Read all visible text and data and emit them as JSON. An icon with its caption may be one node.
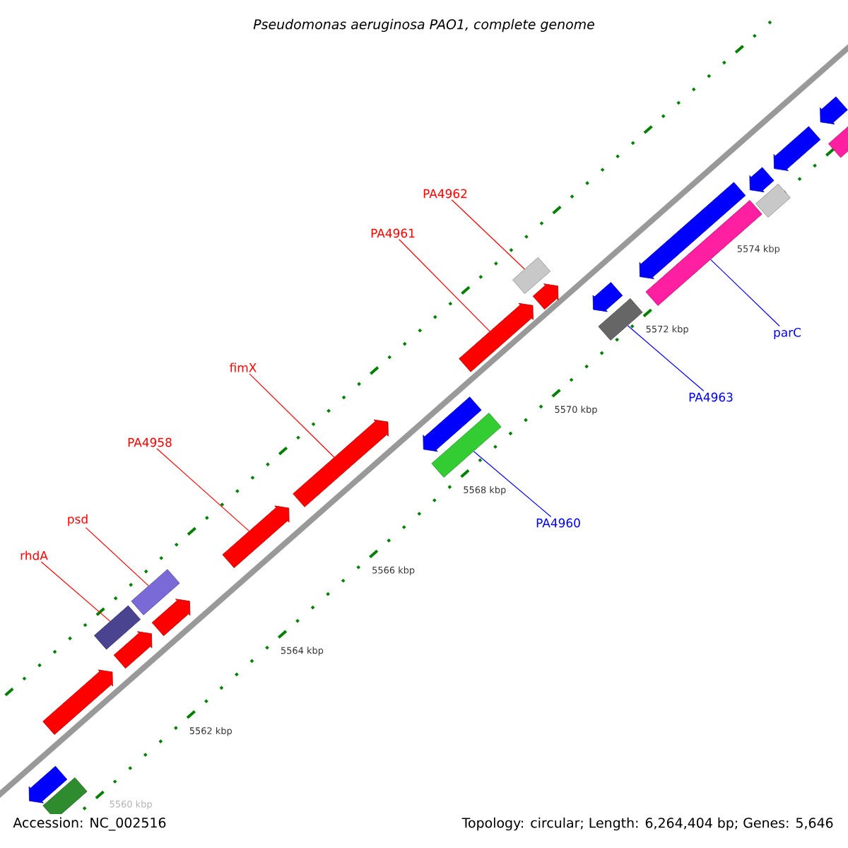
{
  "diagram": {
    "title": "Pseudomonas aeruginosa PAO1, complete genome",
    "nodes": [
      {
        "text": [
          "PA4962"
        ]
      },
      {
        "text": [
          "PA4961"
        ]
      },
      {
        "text": [
          "fimX"
        ]
      },
      {
        "text": [
          "PA4958"
        ]
      },
      {
        "text": [
          "psd"
        ]
      },
      {
        "text": [
          "rhdA"
        ]
      },
      {
        "text": [
          "parC"
        ]
      },
      {
        "text": [
          "PA4963"
        ]
      },
      {
        "text": [
          "PA4960"
        ]
      },
      {
        "text": [],
        "shape": "arrow"
      },
      {
        "text": [],
        "shape": "bar"
      },
      {
        "text": [],
        "shape": "arrow"
      },
      {
        "text": [],
        "shape": "bar"
      },
      {
        "text": [],
        "shape": "arrow"
      },
      {
        "text": [],
        "shape": "bar"
      },
      {
        "text": [],
        "shape": "arrow"
      },
      {
        "text": [],
        "shape": "arrow"
      },
      {
        "text": [],
        "shape": "arrow"
      },
      {
        "text": [],
        "shape": "arrow"
      },
      {
        "text": [],
        "shape": "bar"
      },
      {
        "text": [],
        "shape": "arrow"
      },
      {
        "text": [],
        "shape": "bar"
      },
      {
        "text": [],
        "shape": "arrow"
      },
      {
        "text": [],
        "shape": "arrow"
      },
      {
        "text": [],
        "shape": "bar"
      },
      {
        "text": [],
        "shape": "arrow"
      },
      {
        "text": [],
        "shape": "bar"
      },
      {
        "text": [],
        "shape": "arrow"
      },
      {
        "text": [],
        "shape": "bar"
      },
      {
        "text": [],
        "shape": "arrow"
      },
      {
        "text": [],
        "shape": "arrow"
      },
      {
        "text": [],
        "shape": "bar"
      }
    ],
    "edges": [
      {
        "from": 0,
        "to": 21,
        "arrow": "none"
      },
      {
        "from": 1,
        "to": 20,
        "arrow": "none"
      },
      {
        "from": 2,
        "to": 17,
        "arrow": "none"
      },
      {
        "from": 3,
        "to": 16,
        "arrow": "none"
      },
      {
        "from": 4,
        "to": 14,
        "arrow": "none"
      },
      {
        "from": 5,
        "to": 12,
        "arrow": "none"
      },
      {
        "from": 6,
        "to": 26,
        "arrow": "none",
        "color": "#0000ff"
      },
      {
        "from": 7,
        "to": 24,
        "arrow": "none",
        "color": "#0000ff"
      },
      {
        "from": 8,
        "to": 19,
        "arrow": "none",
        "color": "#0000ff"
      }
    ],
    "labels": [
      "5560 kbp",
      "5562 kbp",
      "5564 kbp",
      "5566 kbp",
      "5568 kbp",
      "5570 kbp",
      "5572 kbp",
      "5574 kbp",
      "Accession: NC_002516",
      "Topology: circular; Length: 6,264,404 bp; Genes: 5,646"
    ]
  }
}
